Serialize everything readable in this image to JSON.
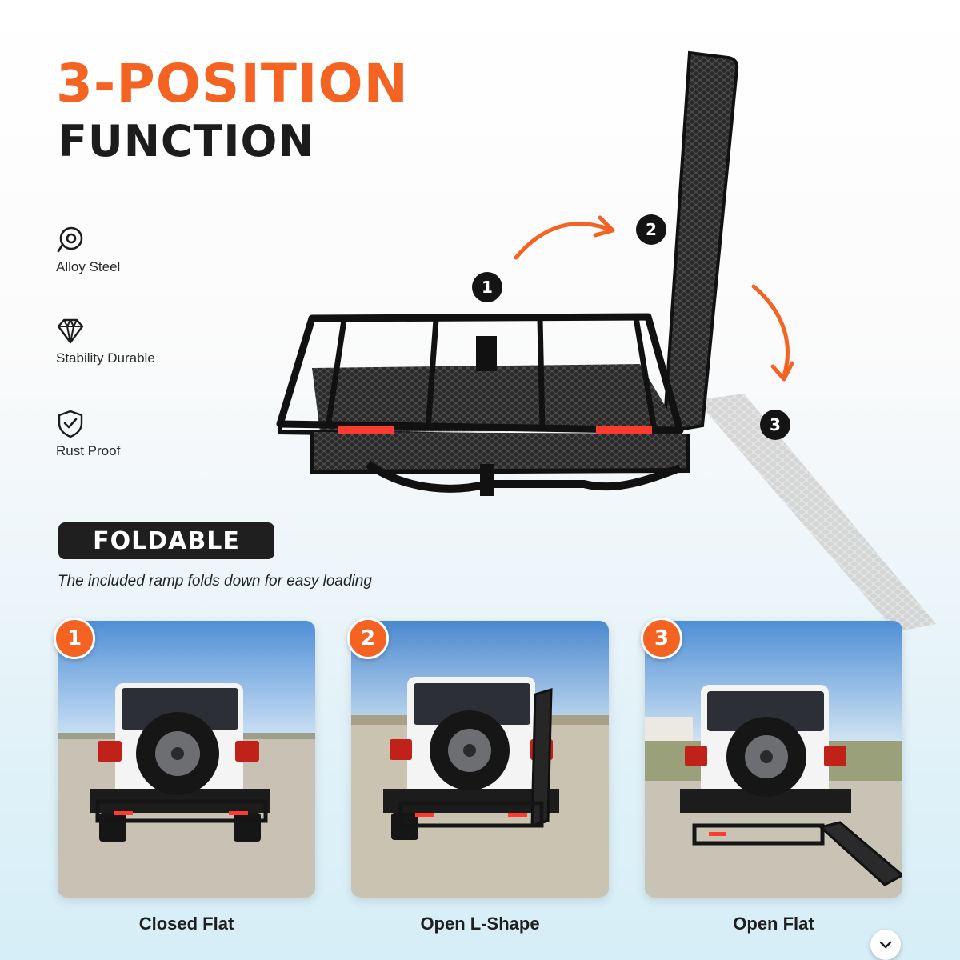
{
  "headline": {
    "line1": "3-POSITION",
    "line2": "FUNCTION"
  },
  "features": [
    {
      "icon": "alloy-steel-icon",
      "label": "Alloy Steel"
    },
    {
      "icon": "diamond-icon",
      "label": "Stability Durable"
    },
    {
      "icon": "shield-check-icon",
      "label": "Rust Proof"
    }
  ],
  "badge": {
    "label": "FOLDABLE",
    "description": "The included ramp folds down for easy loading"
  },
  "diagram_steps": [
    "1",
    "2",
    "3"
  ],
  "cards": [
    {
      "number": "1",
      "caption": "Closed Flat"
    },
    {
      "number": "2",
      "caption": "Open L-Shape"
    },
    {
      "number": "3",
      "caption": "Open Flat"
    }
  ],
  "colors": {
    "accent": "#f46322",
    "dark": "#1c1c1c",
    "reflector": "#ff3b30"
  },
  "scroll_icon": "chevron-down-icon"
}
